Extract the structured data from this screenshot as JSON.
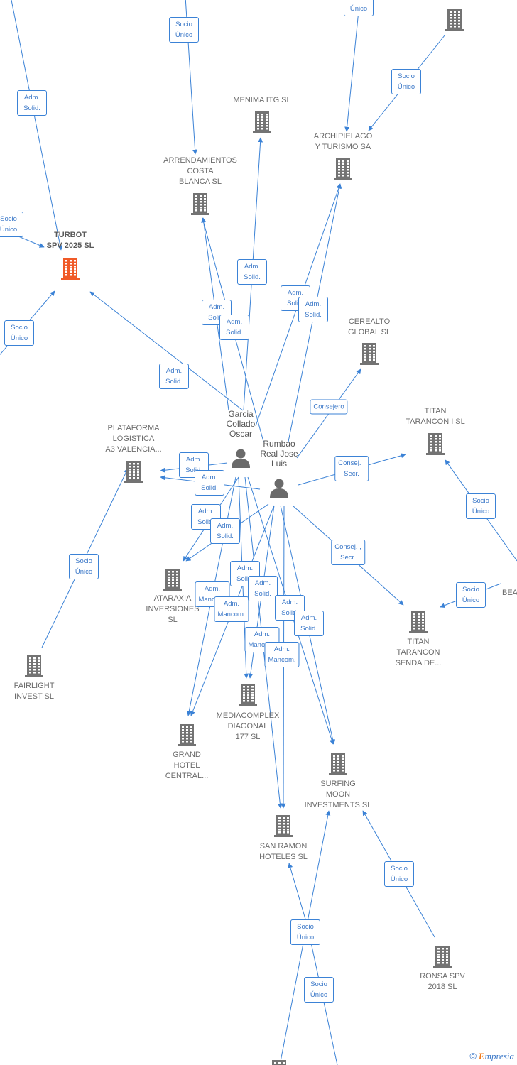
{
  "colors": {
    "edge": "#3b82d6",
    "building": "#737373",
    "focus": "#f05a28",
    "person": "#6a6a6a"
  },
  "brand": {
    "copyright": "©",
    "initial": "E",
    "rest": "mpresia"
  },
  "nodes": [
    {
      "id": "top-right-partial",
      "label": "...",
      "kind": "company"
    },
    {
      "id": "menima",
      "label": "MENIMA ITG  SL",
      "kind": "company"
    },
    {
      "id": "archipielago",
      "label": "ARCHIPIELAGO\nY TURISMO SA",
      "kind": "company"
    },
    {
      "id": "arrendamientos",
      "label": "ARRENDAMIENTOS\nCOSTA\nBLANCA SL",
      "kind": "company"
    },
    {
      "id": "turbot",
      "label": "TURBOT\nSPV 2025  SL",
      "kind": "focus"
    },
    {
      "id": "cerealto",
      "label": "CEREALTO\nGLOBAL  SL",
      "kind": "company"
    },
    {
      "id": "titan1",
      "label": "TITAN\nTARANCON I  SL",
      "kind": "company"
    },
    {
      "id": "plataforma",
      "label": "PLATAFORMA\nLOGISTICA\nA3 VALENCIA...",
      "kind": "company"
    },
    {
      "id": "garcia",
      "label": "Garcia\nCollado\nOscar",
      "kind": "person"
    },
    {
      "id": "rumbao",
      "label": "Rumbao\nReal Jose\nLuis",
      "kind": "person"
    },
    {
      "id": "ataraxia",
      "label": "ATARAXIA\nINVERSIONES\nSL",
      "kind": "company"
    },
    {
      "id": "bea",
      "label": "BEA",
      "kind": "text"
    },
    {
      "id": "titansenda",
      "label": "TITAN\nTARANCON\nSENDA DE...",
      "kind": "company"
    },
    {
      "id": "fairlight",
      "label": "FAIRLIGHT\nINVEST  SL",
      "kind": "company"
    },
    {
      "id": "mediacomplex",
      "label": "MEDIACOMPLEX\nDIAGONAL\n177  SL",
      "kind": "company"
    },
    {
      "id": "grandhotel",
      "label": "GRAND\nHOTEL\nCENTRAL...",
      "kind": "company"
    },
    {
      "id": "surfing",
      "label": "SURFING\nMOON\nINVESTMENTS SL",
      "kind": "company"
    },
    {
      "id": "sanramon",
      "label": "SAN RAMON\nHOTELES SL",
      "kind": "company"
    },
    {
      "id": "ronsa",
      "label": "RONSA SPV\n2018  SL",
      "kind": "company"
    },
    {
      "id": "bottom-partial",
      "label": "",
      "kind": "company"
    }
  ],
  "edges": [
    {
      "label": "Adm.\nSolid."
    },
    {
      "label": "Socio\nÚnico"
    },
    {
      "label": "Socio\nÚnico"
    },
    {
      "label": "Socio\nÚnico"
    },
    {
      "label": "Socio\nÚnico"
    },
    {
      "label": "Socio\nÚnico"
    },
    {
      "label": "Adm.\nSolid."
    },
    {
      "label": "Adm.\nSolid."
    },
    {
      "label": "Adm.\nSolid."
    },
    {
      "label": "Adm.\nSolid."
    },
    {
      "label": "Adm.\nSolid."
    },
    {
      "label": "Adm.\nSolid."
    },
    {
      "label": "Consejero"
    },
    {
      "label": "Consej. ,\nSecr."
    },
    {
      "label": "Socio\nÚnico"
    },
    {
      "label": "Adm.\nSolid."
    },
    {
      "label": "Adm.\nSolid."
    },
    {
      "label": "Socio\nÚnico"
    },
    {
      "label": "Adm.\nSolid."
    },
    {
      "label": "Adm.\nSolid."
    },
    {
      "label": "Consej. ,\nSecr."
    },
    {
      "label": "Socio\nÚnico"
    },
    {
      "label": "Adm.\nSolid."
    },
    {
      "label": "Adm.\nMancom."
    },
    {
      "label": "Adm.\nMancom."
    },
    {
      "label": "Adm.\nSolid."
    },
    {
      "label": "Adm.\nSolid."
    },
    {
      "label": "Adm.\nSolid."
    },
    {
      "label": "Adm.\nMancom."
    },
    {
      "label": "Adm.\nMancom."
    },
    {
      "label": "Socio\nÚnico"
    },
    {
      "label": "Socio\nÚnico"
    },
    {
      "label": "Socio\nÚnico"
    },
    {
      "label": "Socio\nÚnico"
    }
  ]
}
